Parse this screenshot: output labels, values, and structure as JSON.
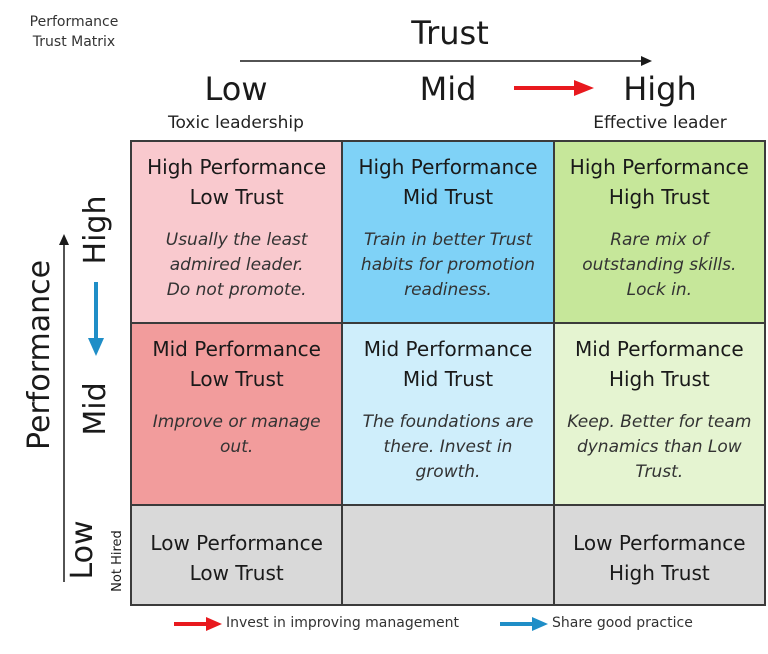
{
  "corner_label": [
    "Performance",
    "Trust Matrix"
  ],
  "trust_axis": {
    "title": "Trust",
    "levels": {
      "low": "Low",
      "mid": "Mid",
      "high": "High"
    },
    "low_desc": "Toxic leadership",
    "high_desc": "Effective leader"
  },
  "performance_axis": {
    "title": "Performance",
    "levels": {
      "high": "High",
      "mid": "Mid",
      "low": "Low"
    },
    "not_hired": "Not Hired"
  },
  "colors": {
    "hp_lt": "#f9c9ce",
    "hp_mt": "#7fd2f7",
    "hp_ht": "#c6e79a",
    "mp_lt": "#f29c9c",
    "mp_mt": "#cfeefb",
    "mp_ht": "#e5f4d1",
    "lp": "#d9d9d9",
    "border": "#3b3b3b",
    "red_arrow": "#e8191e",
    "blue_arrow": "#1f8ec7"
  },
  "cells": {
    "hp_lt": {
      "title1": "High Performance",
      "title2": "Low Trust",
      "desc": [
        "Usually the least",
        "admired leader.",
        "Do not promote."
      ]
    },
    "hp_mt": {
      "title1": "High Performance",
      "title2": "Mid Trust",
      "desc": [
        "Train in better Trust",
        "habits for promotion",
        "readiness."
      ]
    },
    "hp_ht": {
      "title1": "High Performance",
      "title2": "High Trust",
      "desc": [
        "Rare mix of",
        "outstanding skills.",
        "Lock in."
      ]
    },
    "mp_lt": {
      "title1": "Mid Performance",
      "title2": "Low Trust",
      "desc": [
        "Improve or manage",
        "out."
      ]
    },
    "mp_mt": {
      "title1": "Mid Performance",
      "title2": "Mid Trust",
      "desc": [
        "The foundations are",
        "there. Invest in",
        "growth."
      ]
    },
    "mp_ht": {
      "title1": "Mid Performance",
      "title2": "High Trust",
      "desc": [
        "Keep. Better for team",
        "dynamics than Low",
        "Trust."
      ]
    },
    "lp_lt": {
      "title1": "Low Performance",
      "title2": "Low Trust"
    },
    "lp_ht": {
      "title1": "Low Performance",
      "title2": "High Trust"
    }
  },
  "legend": {
    "red_label": "Invest in improving management",
    "blue_label": "Share good practice"
  }
}
